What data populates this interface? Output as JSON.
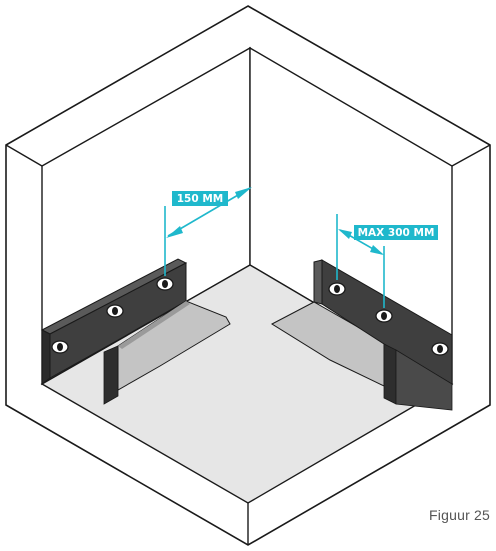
{
  "colors": {
    "outline": "#1a1a1a",
    "wall": "#ffffff",
    "floor": "#e8e8e8",
    "bracket_dark": "#3a3a3a",
    "bracket_mid": "#6b6b6b",
    "shelf_plate": "#c9c9c9",
    "dimension_accent": "#1fb8cc",
    "dimension_text": "#ffffff"
  },
  "dimensions": {
    "wall_offset": "150 MM",
    "max_spacing": "MAX 300 MM"
  },
  "caption": "Figuur 25"
}
